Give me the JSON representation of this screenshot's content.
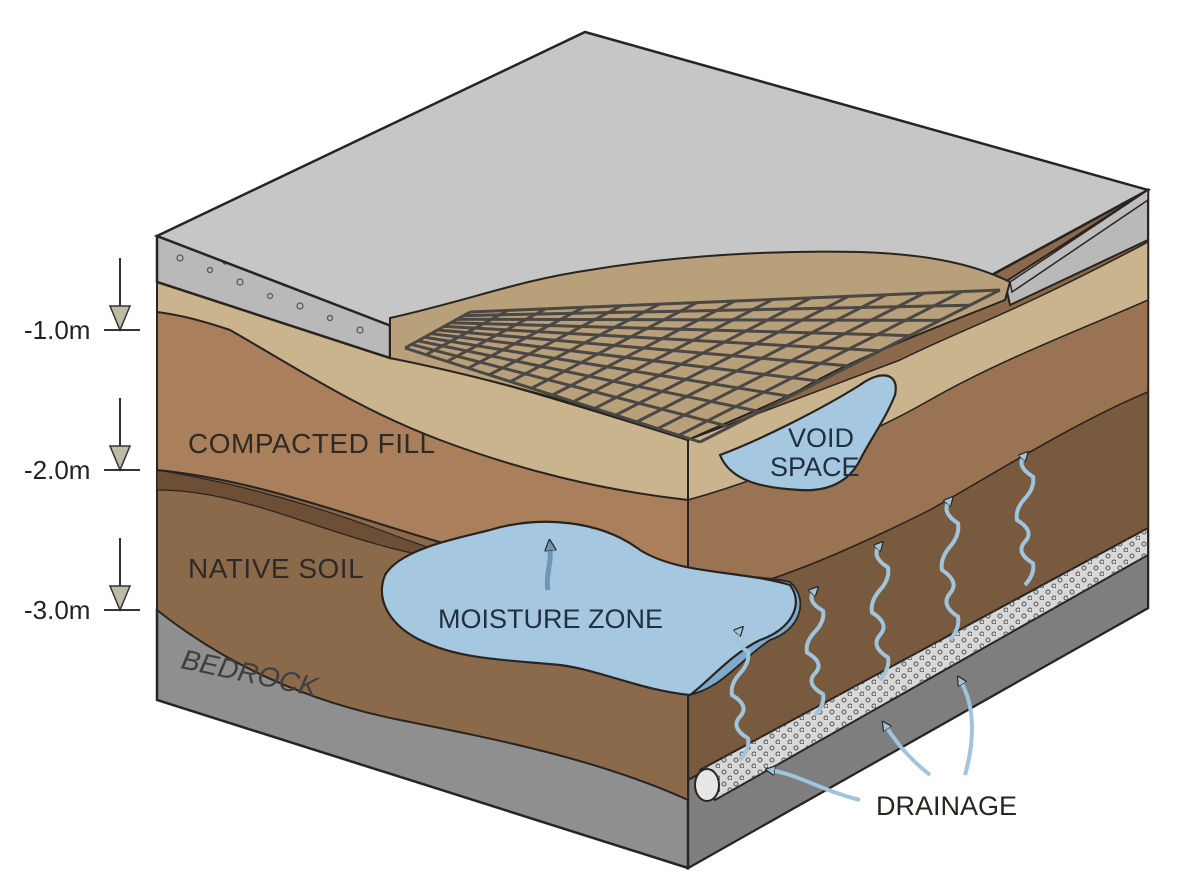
{
  "depth_markers": [
    {
      "label": "-1.0m"
    },
    {
      "label": "-2.0m"
    },
    {
      "label": "-3.0m"
    }
  ],
  "layers": {
    "fill": "COMPACTED FILL",
    "native": "NATIVE SOIL",
    "bedrock": "BEDROCK"
  },
  "zones": {
    "moisture": "MOISTURE ZONE",
    "void_line1": "VOID",
    "void_line2": "SPACE"
  },
  "callouts": {
    "drainage": "DRAINAGE"
  },
  "colors": {
    "slab": "#c6c6c6",
    "slab_edge": "#b4b4b4",
    "tan": "#c9b48e",
    "fill": "#a9805b",
    "native": "#8b6a4c",
    "native_dark": "#75553b",
    "bedrock": "#8f8f8f",
    "water": "#a5c8e0",
    "water_dark": "#7fa9c8",
    "pipe": "#d8d8d8",
    "outline": "#2a2420"
  }
}
